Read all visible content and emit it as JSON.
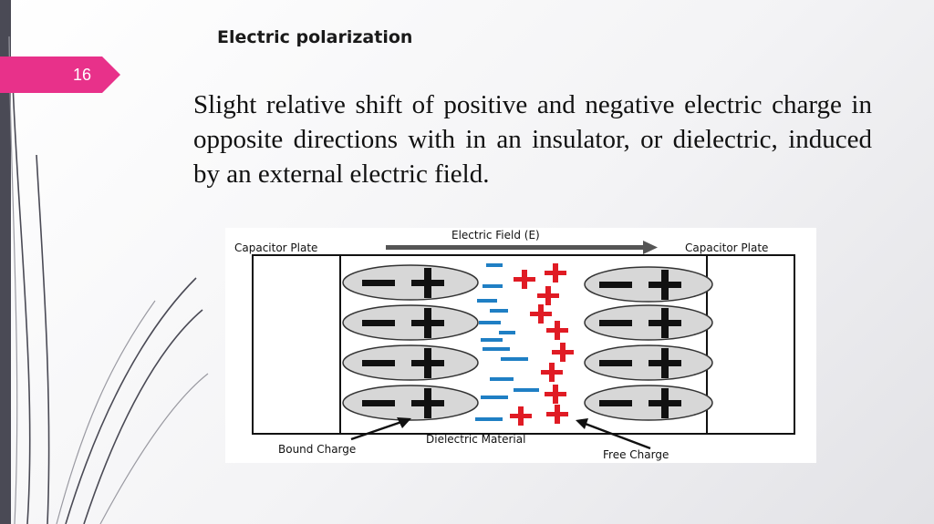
{
  "slide": {
    "number": "16",
    "title": "Electric polarization",
    "body": "Slight relative shift of positive and negative electric charge in opposite directions with in an insulator, or dielectric, induced by an external electric field."
  },
  "figure": {
    "field_label": "Electric Field (E)",
    "left_plate_label": "Capacitor Plate",
    "right_plate_label": "Capacitor Plate",
    "bound_charge_label": "Bound Charge",
    "dielectric_label": "Dielectric Material",
    "free_charge_label": "Free Charge"
  },
  "colors": {
    "accent": "#e8318a",
    "sidebar": "#4a4a55",
    "negative": "#1f7fc4",
    "positive": "#e01b24"
  }
}
